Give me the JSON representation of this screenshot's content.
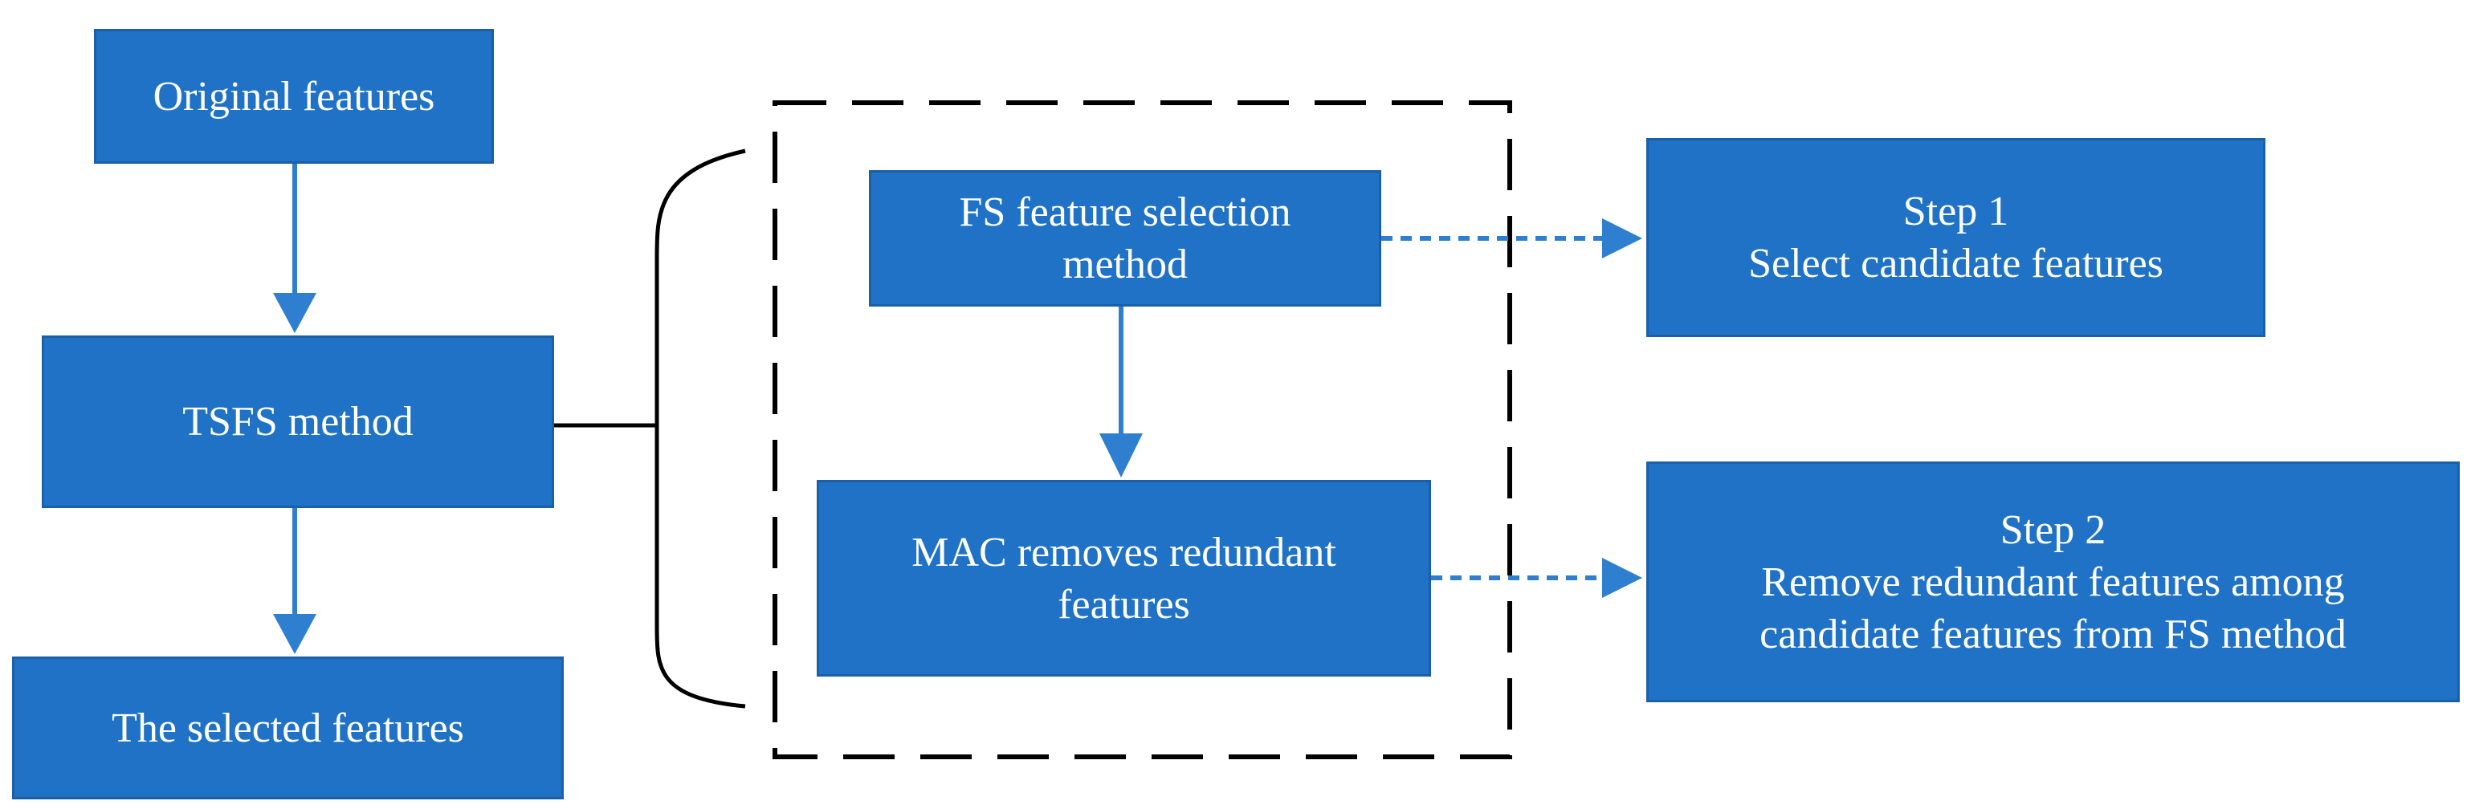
{
  "boxes": {
    "original": "Original features",
    "tsfs": "TSFS method",
    "selected": "The selected features",
    "fs": "FS feature selection\nmethod",
    "mac": "MAC removes redundant\nfeatures",
    "step1_title": "Step 1",
    "step1_desc": "Select candidate features",
    "step2_title": "Step 2",
    "step2_desc": "Remove redundant features among\ncandidate features from FS method"
  },
  "colors": {
    "box_fill": "#1f72c6",
    "box_text": "#ffffff",
    "arrow": "#2f7fd0",
    "line": "#000000"
  }
}
